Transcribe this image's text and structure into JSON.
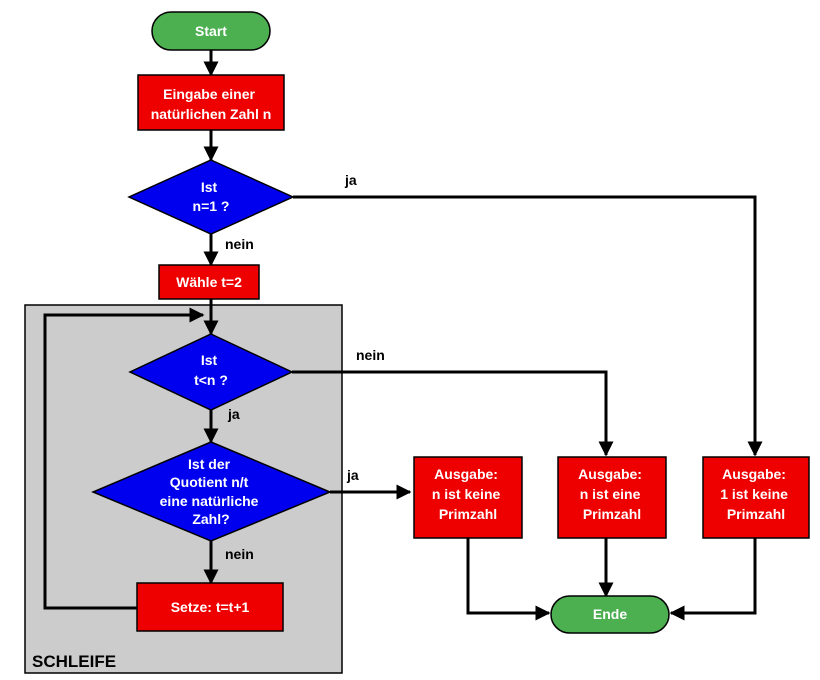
{
  "loop": {
    "title": "SCHLEIFE"
  },
  "nodes": {
    "start": [
      "Start"
    ],
    "input": [
      "Eingabe einer",
      "natürlichen Zahl n"
    ],
    "check_n1": [
      "Ist",
      "n=1 ?"
    ],
    "set_t2": [
      "Wähle t=2"
    ],
    "check_tn": [
      "Ist",
      "t<n ?"
    ],
    "check_quotient": [
      "Ist der",
      "Quotient n/t",
      "eine natürliche",
      "Zahl?"
    ],
    "increment": [
      "Setze: t=t+1"
    ],
    "out_not_prime": [
      "Ausgabe:",
      "n ist keine",
      "Primzahl"
    ],
    "out_prime": [
      "Ausgabe:",
      "n ist eine",
      "Primzahl"
    ],
    "out_one": [
      "Ausgabe:",
      "1 ist keine",
      "Primzahl"
    ],
    "end": [
      "Ende"
    ]
  },
  "edge_labels": {
    "n1_yes": "ja",
    "n1_no": "nein",
    "tn_no": "nein",
    "tn_yes": "ja",
    "quotient_yes": "ja",
    "quotient_no": "nein"
  },
  "colors": {
    "terminal": "#4caf50",
    "process": "#ee0000",
    "decision": "#0000ee",
    "loop_bg": "#cccccc"
  }
}
